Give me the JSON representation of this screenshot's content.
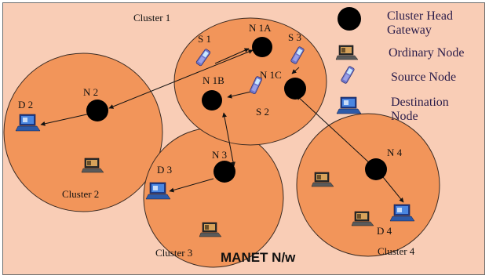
{
  "colors": {
    "background": "#f9cdb6",
    "cluster_fill": "#f2955a",
    "cluster_stroke": "#3a2a22",
    "head_node": "#000000",
    "link": "#111111"
  },
  "clusters": [
    {
      "label": "Cluster 1"
    },
    {
      "label": "Cluster 2"
    },
    {
      "label": "Cluster 3"
    },
    {
      "label": "Cluster 4"
    }
  ],
  "nodes": {
    "n1a": "N 1A",
    "n1b": "N 1B",
    "n1c": "N 1C",
    "n2": "N 2",
    "n3": "N 3",
    "n4": "N 4",
    "s1": "S 1",
    "s2": "S 2",
    "s3": "S 3",
    "d2": "D 2",
    "d3": "D 3",
    "d4": "D 4"
  },
  "legend": {
    "cluster_head_line1": "Cluster Head",
    "cluster_head_line2": "Gateway",
    "ordinary": "Ordinary Node",
    "source": "Source Node",
    "destination_line1": "Destination",
    "destination_line2": "Node"
  },
  "caption": "MANET N/w",
  "icons": [
    "cluster-head-icon",
    "laptop-icon",
    "phone-icon",
    "destination-laptop-icon"
  ]
}
